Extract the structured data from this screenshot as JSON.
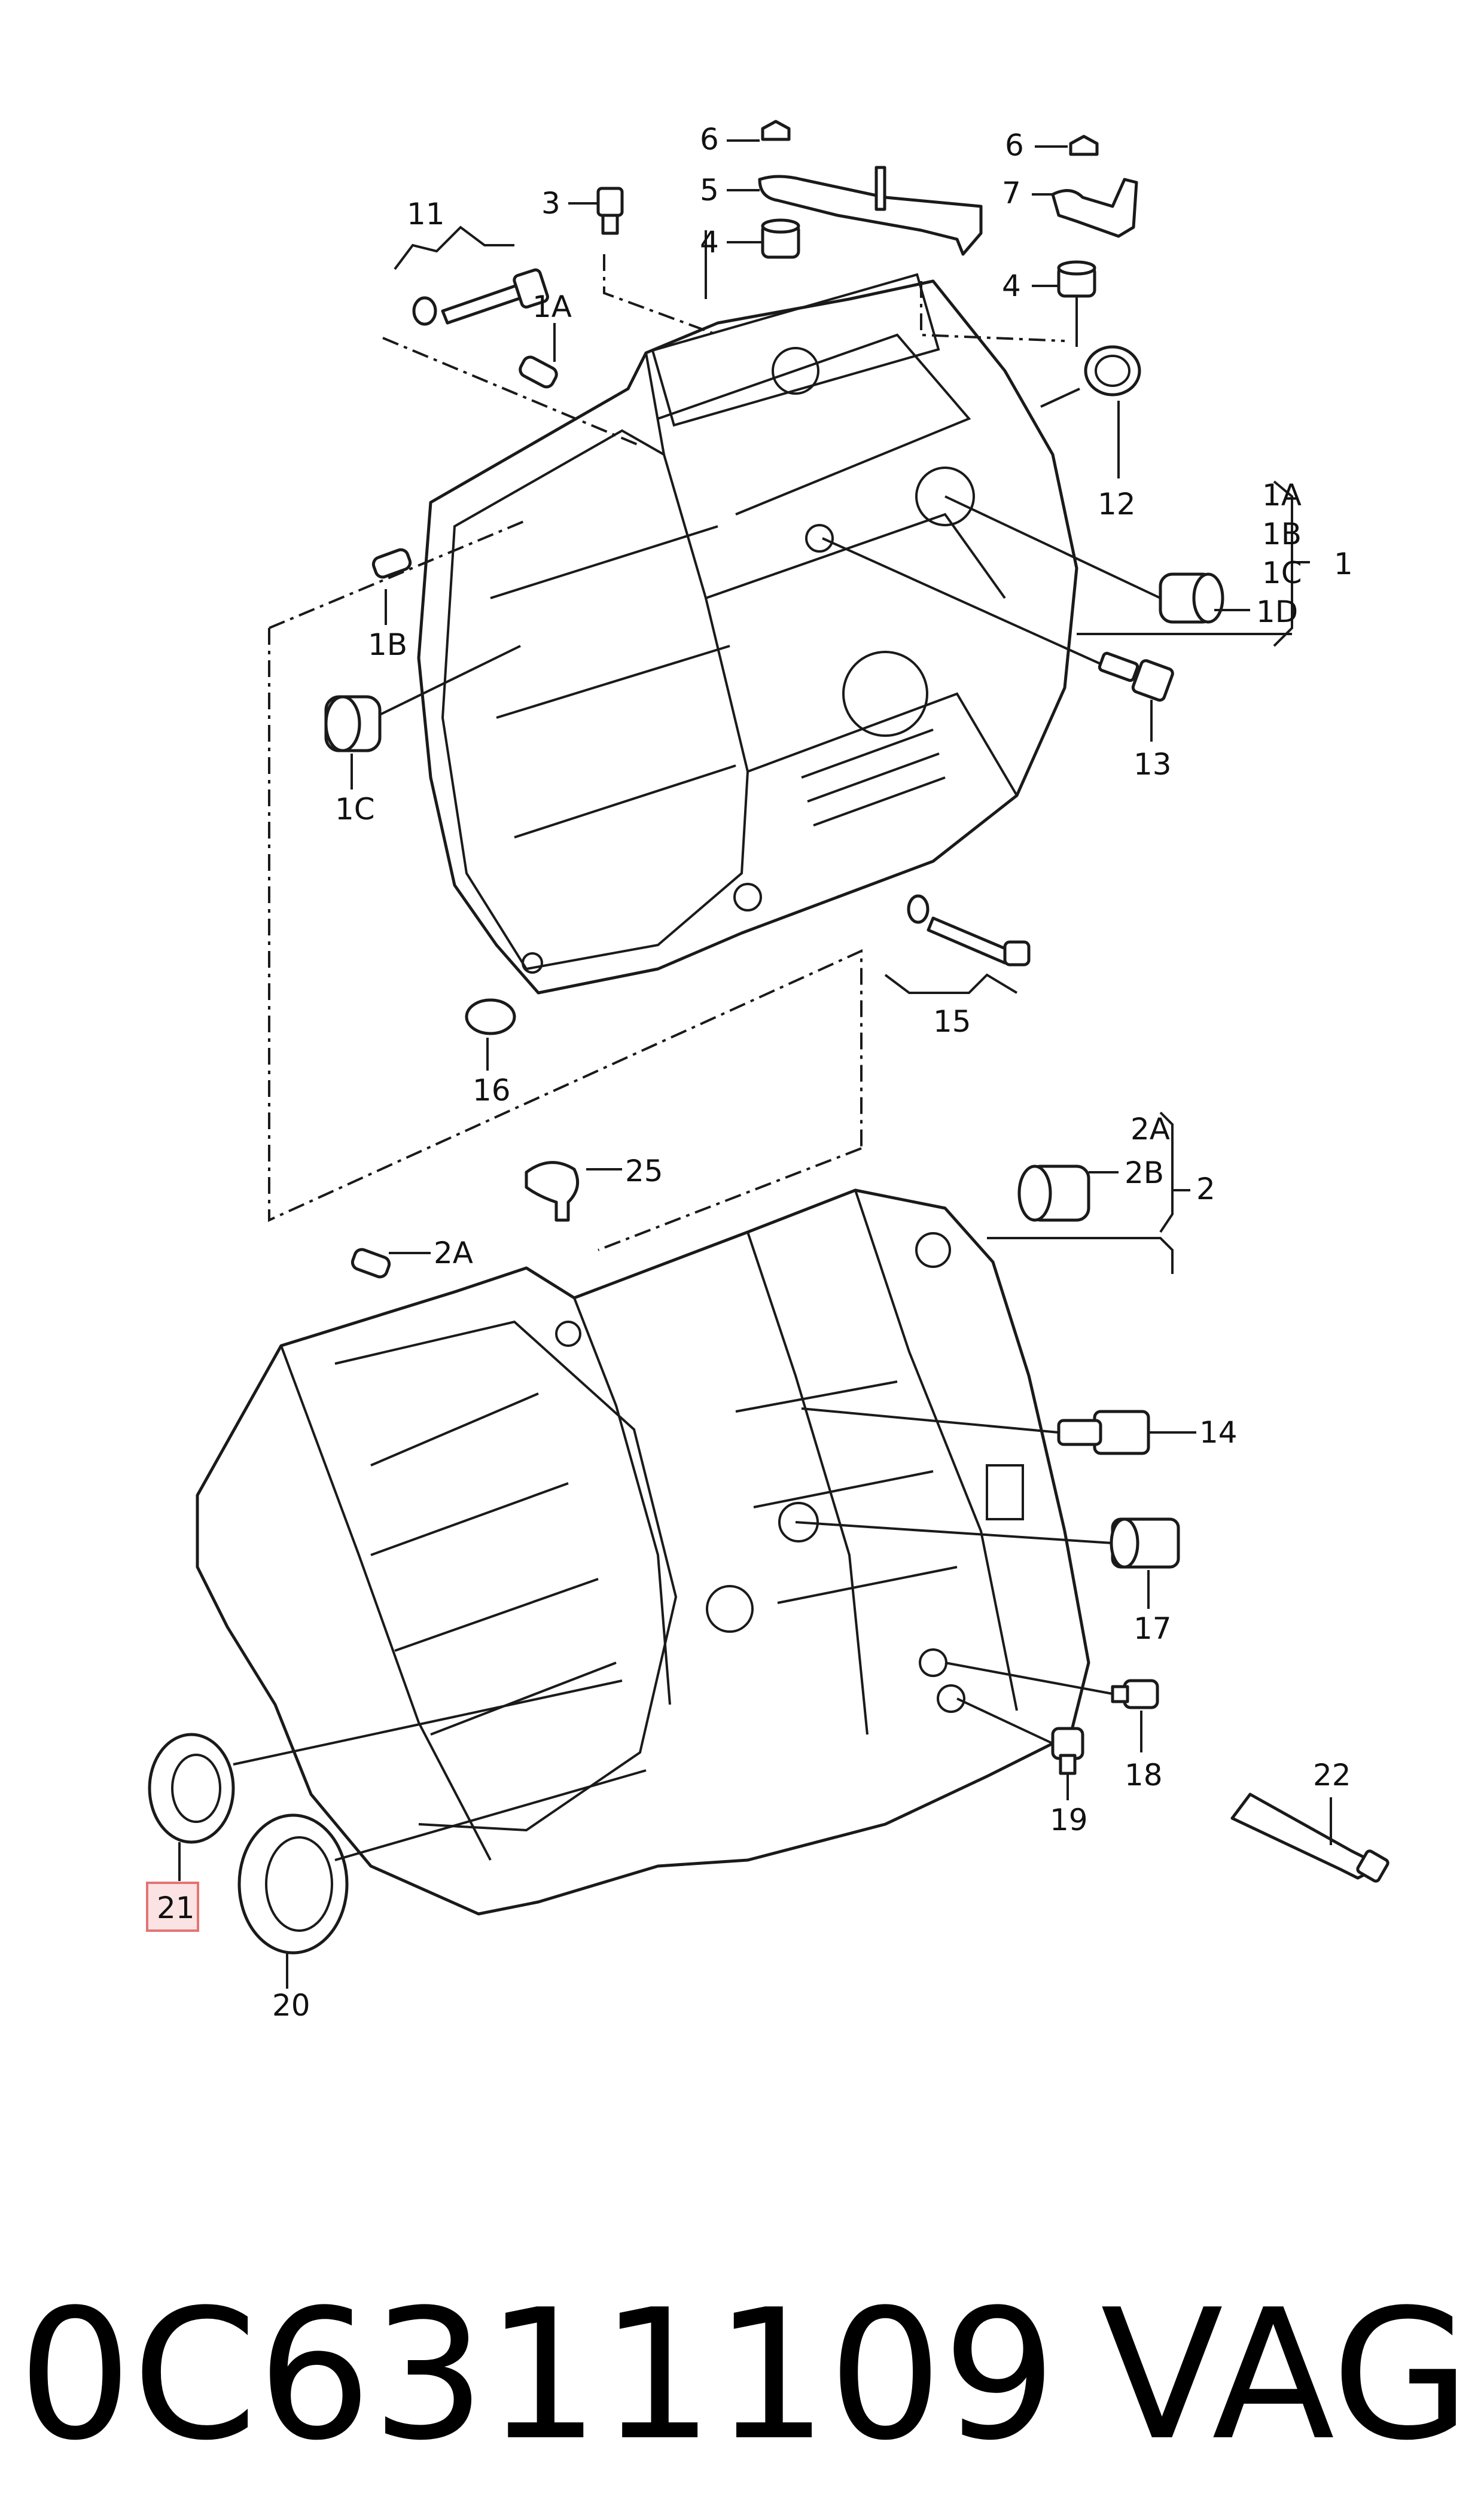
{
  "callouts": {
    "c1": "1",
    "c1A": "1A",
    "c1B": "1B",
    "c1C": "1C",
    "c1D": "1D",
    "c1A_top": "1A",
    "c1B_left": "1B",
    "c1C_left": "1C",
    "c2": "2",
    "c2A": "2A",
    "c2B": "2B",
    "c2A_left": "2A",
    "c3": "3",
    "c4a": "4",
    "c4b": "4",
    "c5": "5",
    "c6a": "6",
    "c6b": "6",
    "c7": "7",
    "c11": "11",
    "c12": "12",
    "c13": "13",
    "c14": "14",
    "c15": "15",
    "c16": "16",
    "c17": "17",
    "c18": "18",
    "c19": "19",
    "c20": "20",
    "c21": "21",
    "c22": "22",
    "c25": "25"
  },
  "highlight": {
    "part": "21",
    "color": "#e57373"
  },
  "footer": {
    "part_number": "0C6311109",
    "brand": "VAG"
  }
}
